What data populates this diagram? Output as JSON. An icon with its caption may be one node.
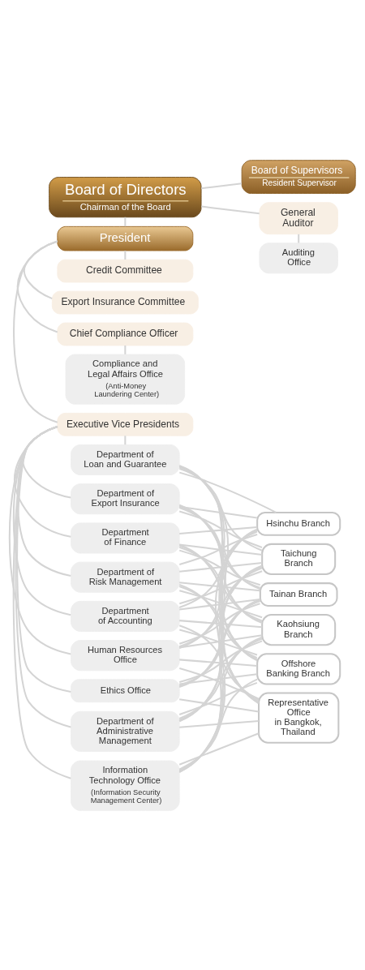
{
  "diagram": {
    "nodes": [
      {
        "text": [
          "Board of Directors",
          "Chairman of the Board"
        ]
      },
      {
        "text": [
          "President"
        ]
      },
      {
        "text": [
          "Board of Supervisors",
          "Resident Supervisor"
        ]
      },
      {
        "text": [
          "Credit Committee"
        ]
      },
      {
        "text": [
          "General Auditor"
        ]
      },
      {
        "text": [
          "Export Insurance Committee"
        ]
      },
      {
        "text": [
          "Auditing Office"
        ]
      },
      {
        "text": [
          "Chief Compliance Officer"
        ]
      },
      {
        "text": [
          "Compliance and Legal Affairs Office",
          "(Anti-Money Laundering Center)"
        ]
      },
      {
        "text": [
          "Executive Vice Presidents"
        ]
      },
      {
        "text": [
          "Department of Loan and Guarantee"
        ]
      },
      {
        "text": [
          "Department of Export Insurance"
        ]
      },
      {
        "text": [
          "Department of Finance"
        ]
      },
      {
        "text": [
          "Department of Risk Management"
        ]
      },
      {
        "text": [
          "Department of Accounting"
        ]
      },
      {
        "text": [
          "Human Resources Office"
        ]
      },
      {
        "text": [
          "Ethics Office"
        ]
      },
      {
        "text": [
          "Department of Administrative Management"
        ]
      },
      {
        "text": [
          "Information Technology Office",
          "(Information Security Management Center)"
        ]
      },
      {
        "text": [
          "Hsinchu Branch"
        ]
      },
      {
        "text": [
          "Taichung Branch"
        ]
      },
      {
        "text": [
          "Tainan Branch"
        ]
      },
      {
        "text": [
          "Kaohsiung Branch"
        ]
      },
      {
        "text": [
          "Offshore Banking Branch"
        ]
      },
      {
        "text": [
          "Representative Office in Bangkok, Thailand"
        ]
      }
    ],
    "edges": [
      {
        "from": 0,
        "to": 1,
        "arrow": "none"
      },
      {
        "from": 0,
        "to": 2,
        "arrow": "none"
      },
      {
        "from": 0,
        "to": 4,
        "arrow": "none"
      },
      {
        "from": 4,
        "to": 6,
        "arrow": "none"
      },
      {
        "from": 1,
        "to": 3,
        "arrow": "none"
      },
      {
        "from": 1,
        "to": 5,
        "arrow": "none"
      },
      {
        "from": 1,
        "to": 7,
        "arrow": "none"
      },
      {
        "from": 7,
        "to": 8,
        "arrow": "none"
      },
      {
        "from": 1,
        "to": 9,
        "arrow": "none"
      },
      {
        "from": 9,
        "to": 10,
        "arrow": "none"
      },
      {
        "from": 9,
        "to": 11,
        "arrow": "none"
      },
      {
        "from": 9,
        "to": 12,
        "arrow": "none"
      },
      {
        "from": 9,
        "to": 13,
        "arrow": "none"
      },
      {
        "from": 9,
        "to": 14,
        "arrow": "none"
      },
      {
        "from": 9,
        "to": 15,
        "arrow": "none"
      },
      {
        "from": 9,
        "to": 16,
        "arrow": "none"
      },
      {
        "from": 9,
        "to": 17,
        "arrow": "none"
      },
      {
        "from": 9,
        "to": 18,
        "arrow": "none"
      },
      {
        "from": 10,
        "to": 19,
        "arrow": "none"
      },
      {
        "from": 10,
        "to": 20,
        "arrow": "none"
      },
      {
        "from": 10,
        "to": 21,
        "arrow": "none"
      },
      {
        "from": 10,
        "to": 22,
        "arrow": "none"
      },
      {
        "from": 10,
        "to": 23,
        "arrow": "none"
      },
      {
        "from": 10,
        "to": 24,
        "arrow": "none"
      },
      {
        "from": 11,
        "to": 19,
        "arrow": "none"
      },
      {
        "from": 11,
        "to": 20,
        "arrow": "none"
      },
      {
        "from": 11,
        "to": 21,
        "arrow": "none"
      },
      {
        "from": 11,
        "to": 22,
        "arrow": "none"
      },
      {
        "from": 11,
        "to": 23,
        "arrow": "none"
      },
      {
        "from": 11,
        "to": 24,
        "arrow": "none"
      },
      {
        "from": 12,
        "to": 19,
        "arrow": "none"
      },
      {
        "from": 12,
        "to": 20,
        "arrow": "none"
      },
      {
        "from": 12,
        "to": 21,
        "arrow": "none"
      },
      {
        "from": 12,
        "to": 22,
        "arrow": "none"
      },
      {
        "from": 12,
        "to": 23,
        "arrow": "none"
      },
      {
        "from": 12,
        "to": 24,
        "arrow": "none"
      },
      {
        "from": 13,
        "to": 19,
        "arrow": "none"
      },
      {
        "from": 13,
        "to": 20,
        "arrow": "none"
      },
      {
        "from": 13,
        "to": 21,
        "arrow": "none"
      },
      {
        "from": 13,
        "to": 22,
        "arrow": "none"
      },
      {
        "from": 13,
        "to": 23,
        "arrow": "none"
      },
      {
        "from": 13,
        "to": 24,
        "arrow": "none"
      },
      {
        "from": 14,
        "to": 19,
        "arrow": "none"
      },
      {
        "from": 14,
        "to": 20,
        "arrow": "none"
      },
      {
        "from": 14,
        "to": 21,
        "arrow": "none"
      },
      {
        "from": 14,
        "to": 22,
        "arrow": "none"
      },
      {
        "from": 14,
        "to": 23,
        "arrow": "none"
      },
      {
        "from": 14,
        "to": 24,
        "arrow": "none"
      },
      {
        "from": 15,
        "to": 19,
        "arrow": "none"
      },
      {
        "from": 15,
        "to": 20,
        "arrow": "none"
      },
      {
        "from": 15,
        "to": 21,
        "arrow": "none"
      },
      {
        "from": 15,
        "to": 22,
        "arrow": "none"
      },
      {
        "from": 15,
        "to": 23,
        "arrow": "none"
      },
      {
        "from": 15,
        "to": 24,
        "arrow": "none"
      },
      {
        "from": 16,
        "to": 19,
        "arrow": "none"
      },
      {
        "from": 16,
        "to": 20,
        "arrow": "none"
      },
      {
        "from": 16,
        "to": 21,
        "arrow": "none"
      },
      {
        "from": 16,
        "to": 22,
        "arrow": "none"
      },
      {
        "from": 16,
        "to": 23,
        "arrow": "none"
      },
      {
        "from": 16,
        "to": 24,
        "arrow": "none"
      },
      {
        "from": 17,
        "to": 19,
        "arrow": "none"
      },
      {
        "from": 17,
        "to": 20,
        "arrow": "none"
      },
      {
        "from": 17,
        "to": 21,
        "arrow": "none"
      },
      {
        "from": 17,
        "to": 22,
        "arrow": "none"
      },
      {
        "from": 17,
        "to": 23,
        "arrow": "none"
      },
      {
        "from": 17,
        "to": 24,
        "arrow": "none"
      },
      {
        "from": 18,
        "to": 19,
        "arrow": "none"
      },
      {
        "from": 18,
        "to": 20,
        "arrow": "none"
      },
      {
        "from": 18,
        "to": 21,
        "arrow": "none"
      },
      {
        "from": 18,
        "to": 22,
        "arrow": "none"
      },
      {
        "from": 18,
        "to": 23,
        "arrow": "none"
      },
      {
        "from": 18,
        "to": 24,
        "arrow": "none"
      }
    ]
  }
}
